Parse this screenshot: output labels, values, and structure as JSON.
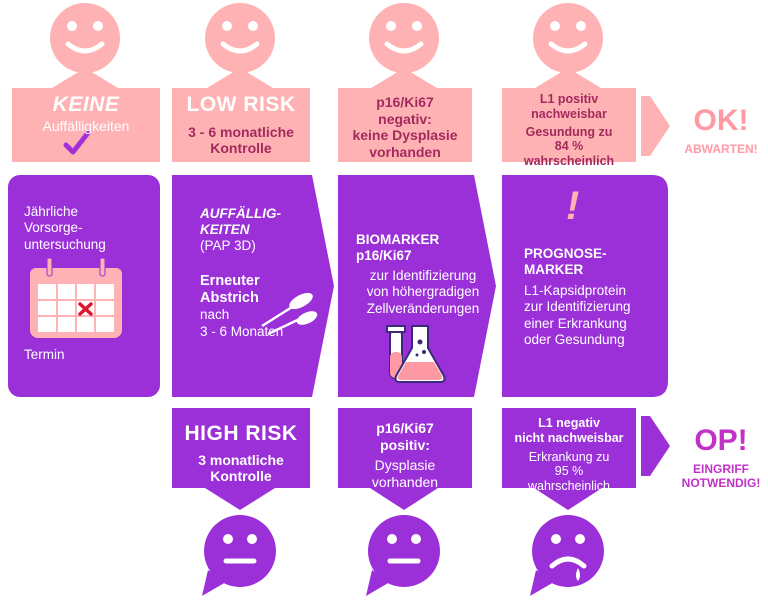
{
  "colors": {
    "pink": "#ffb2b3",
    "pink_dark_text": "#a32a5e",
    "purple": "#9b30d9",
    "purple_dark": "#7a1fb4",
    "ok_color": "#ff9aa5",
    "op_color": "#c230c8"
  },
  "top_row": [
    {
      "line1": "KEINE",
      "line2": "Auffälligkeiten"
    },
    {
      "line1": "LOW RISK",
      "line2": "3 - 6 monatliche",
      "line3": "Kontrolle"
    },
    {
      "line1": "p16/Ki67",
      "line2": "negativ:",
      "line3": "keine Dysplasie",
      "line4": "vorhanden"
    },
    {
      "line1": "L1 positiv",
      "line2": "nachweisbar",
      "line3": "Gesundung zu",
      "line4": "84 %",
      "line5": "wahrscheinlich"
    }
  ],
  "ok": {
    "title": "OK!",
    "subtitle": "ABWARTEN!"
  },
  "middle_row": [
    {
      "line1": "Jährliche",
      "line2": "Vorsorge-",
      "line3": "untersuchung",
      "footer": "Termin"
    },
    {
      "line1": "AUFFÄLLIG-",
      "line2": "KEITEN",
      "line3": "(PAP 3D)",
      "line4": "Erneuter",
      "line5": "Abstrich",
      "line6": "nach",
      "line7": "3 - 6 Monaten"
    },
    {
      "line1": "BIOMARKER",
      "line2": "p16/Ki67",
      "line3": "zur Identifizierung",
      "line4": "von höhergradigen",
      "line5": "Zellveränderungen"
    },
    {
      "line1": "PROGNOSE-",
      "line2": "MARKER",
      "line3": "L1-Kapsidprotein",
      "line4": "zur Identifizierung",
      "line5": "einer Erkrankung",
      "line6": "oder Gesundung"
    }
  ],
  "bottom_row": [
    {
      "line1": "HIGH RISK",
      "line2": "3 monatliche",
      "line3": "Kontrolle"
    },
    {
      "line1": "p16/Ki67",
      "line2": "positiv:",
      "line3": "Dysplasie",
      "line4": "vorhanden"
    },
    {
      "line1": "L1 negativ",
      "line2": "nicht nachweisbar",
      "line3": "Erkrankung zu",
      "line4": "95 %",
      "line5": "wahrscheinlich"
    }
  ],
  "op": {
    "title": "OP!",
    "subtitle1": "EINGRIFF",
    "subtitle2": "NOTWENDIG!"
  },
  "icons": {
    "checkmark": "check-icon",
    "exclamation": "!",
    "calendar": "calendar-icon",
    "swab": "swab-icon",
    "flasks": "flask-icon"
  }
}
